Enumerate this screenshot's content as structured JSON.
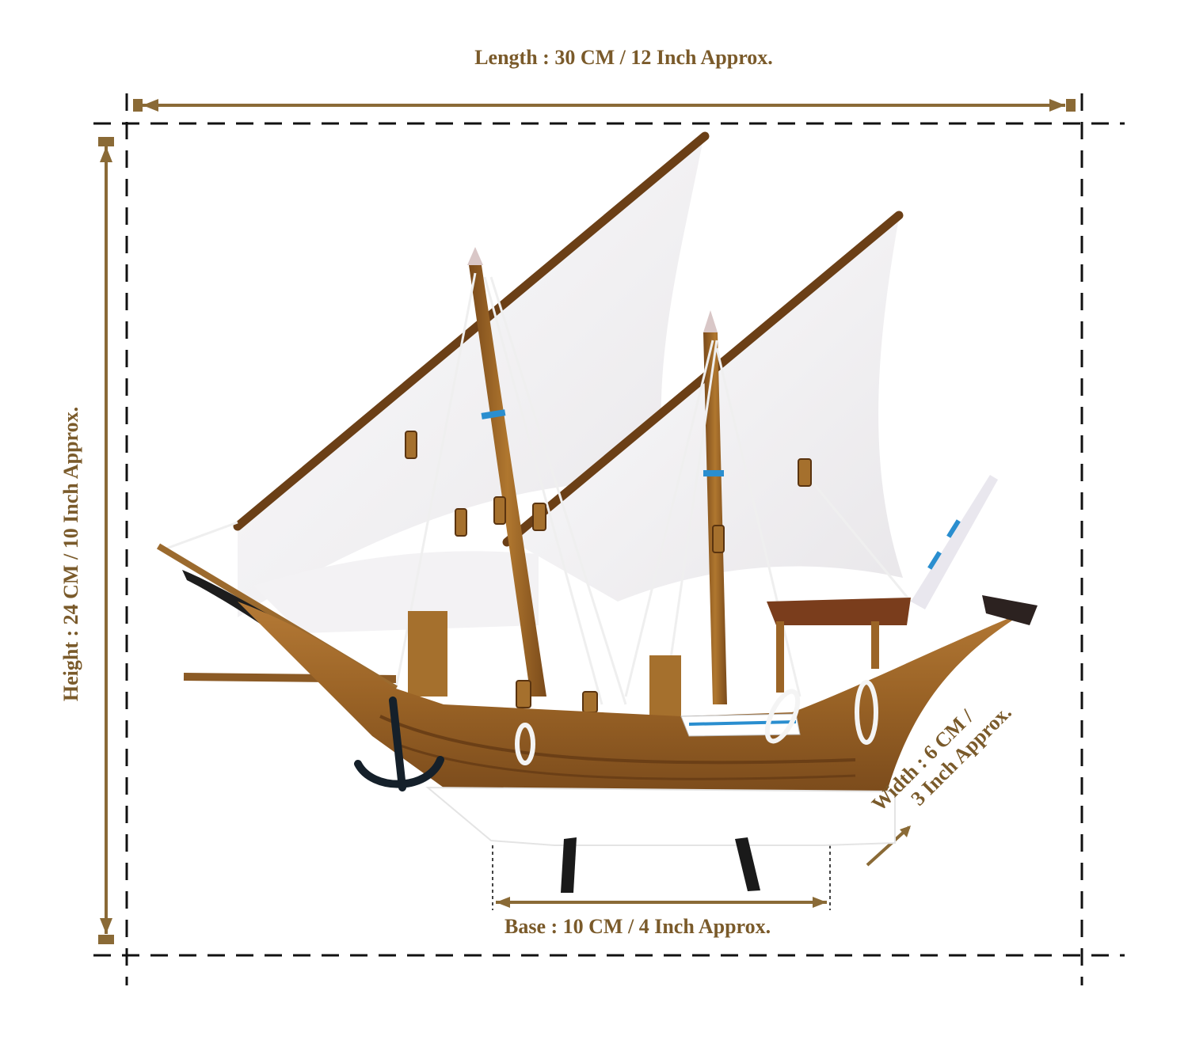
{
  "dimensions": {
    "length": "Length : 30 CM / 12 Inch Approx.",
    "height": "Height : 24 CM / 10 Inch Approx.",
    "base": "Base : 10 CM / 4 Inch Approx.",
    "width_line1": "Width : 6 CM /",
    "width_line2": "3 Inch Approx."
  },
  "colors": {
    "label": "#7a5a2a",
    "arrow": "#8a6a36",
    "dashed_frame": "#111111",
    "sail": "#f4f3f5",
    "hull_wood": "#9a6326",
    "hull_base": "#ffffff",
    "anchor": "#15202a"
  }
}
